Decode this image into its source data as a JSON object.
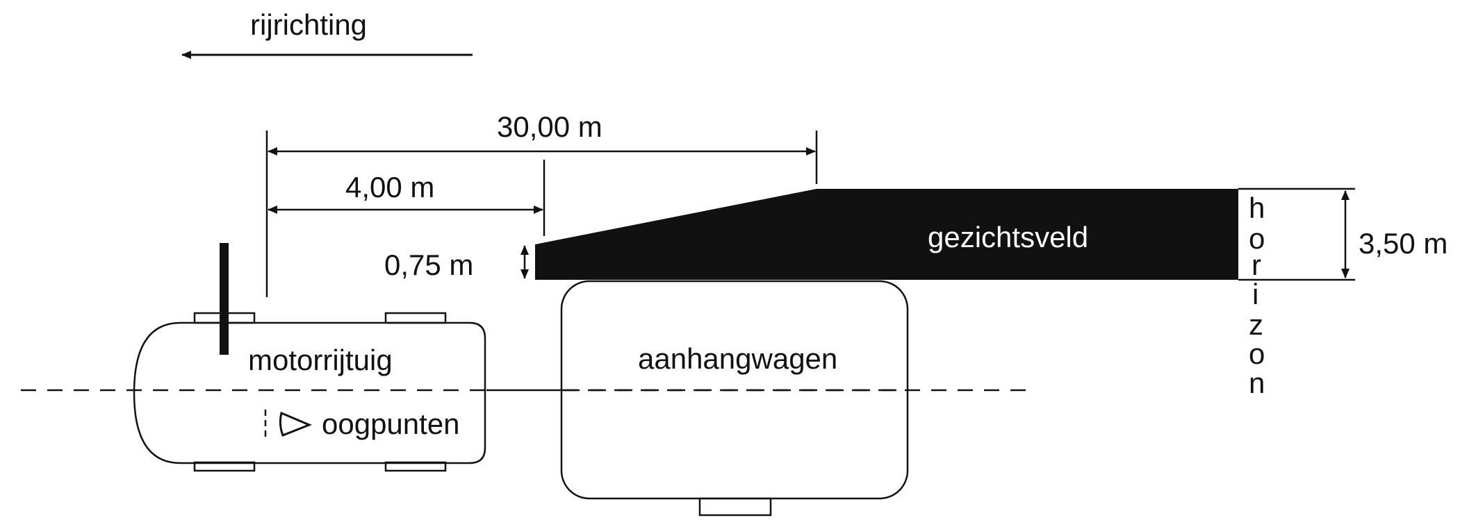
{
  "labels": {
    "direction": "rijrichting",
    "dim_total": "30,00 m",
    "dim_short": "4,00 m",
    "dim_low_height": "0,75 m",
    "dim_high_height": "3,50 m",
    "field_of_view": "gezichtsveld",
    "vehicle": "motorrijtuig",
    "trailer": "aanhangwagen",
    "eye_points": "oogpunten",
    "horizon_letters": [
      "h",
      "o",
      "r",
      "i",
      "z",
      "o",
      "n"
    ]
  },
  "colors": {
    "ink": "#111111",
    "field_fill": "#111111",
    "background": "#ffffff"
  },
  "icons": {
    "eye": "eye-point-triangle-icon",
    "arrow": "arrow-left-icon"
  }
}
